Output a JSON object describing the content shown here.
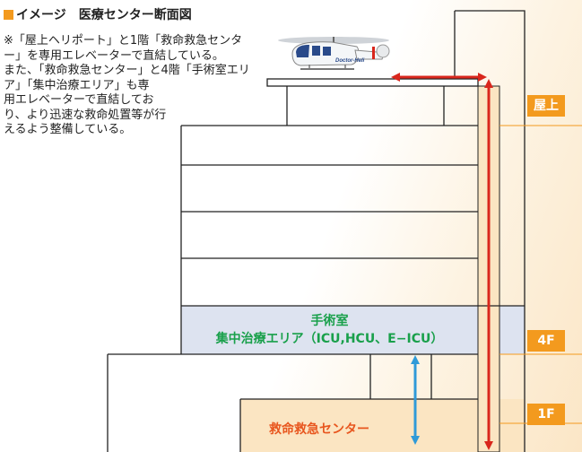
{
  "title": "イメージ　医療センター断面図",
  "description": {
    "p1": "※「屋上ヘリポート」と1階「救命救急センター」を専用エレベーターで直結している。",
    "p2a": "また、「救命救急センター」と4階「手術室エリア」「集中治療エリア」も専",
    "p2b": "用エレベーターで直結しており、より迅速な救命処置等が行えるよう整備している。"
  },
  "floors": {
    "rooftop": "屋上",
    "f4": "4F",
    "f1": "1F"
  },
  "area_4f": {
    "line1": "手術室",
    "line2": "集中治療エリア（ICU,HCU、E−ICU）"
  },
  "area_1f": "救命救急センター",
  "helicopter": {
    "label": "Doctor-Heli"
  },
  "colors": {
    "orange": "#f39a1e",
    "red": "#d9261c",
    "blue": "#2f9ad8",
    "green": "#19a04b",
    "cream": "#fbe5c2",
    "lavender": "#dde3f0"
  }
}
